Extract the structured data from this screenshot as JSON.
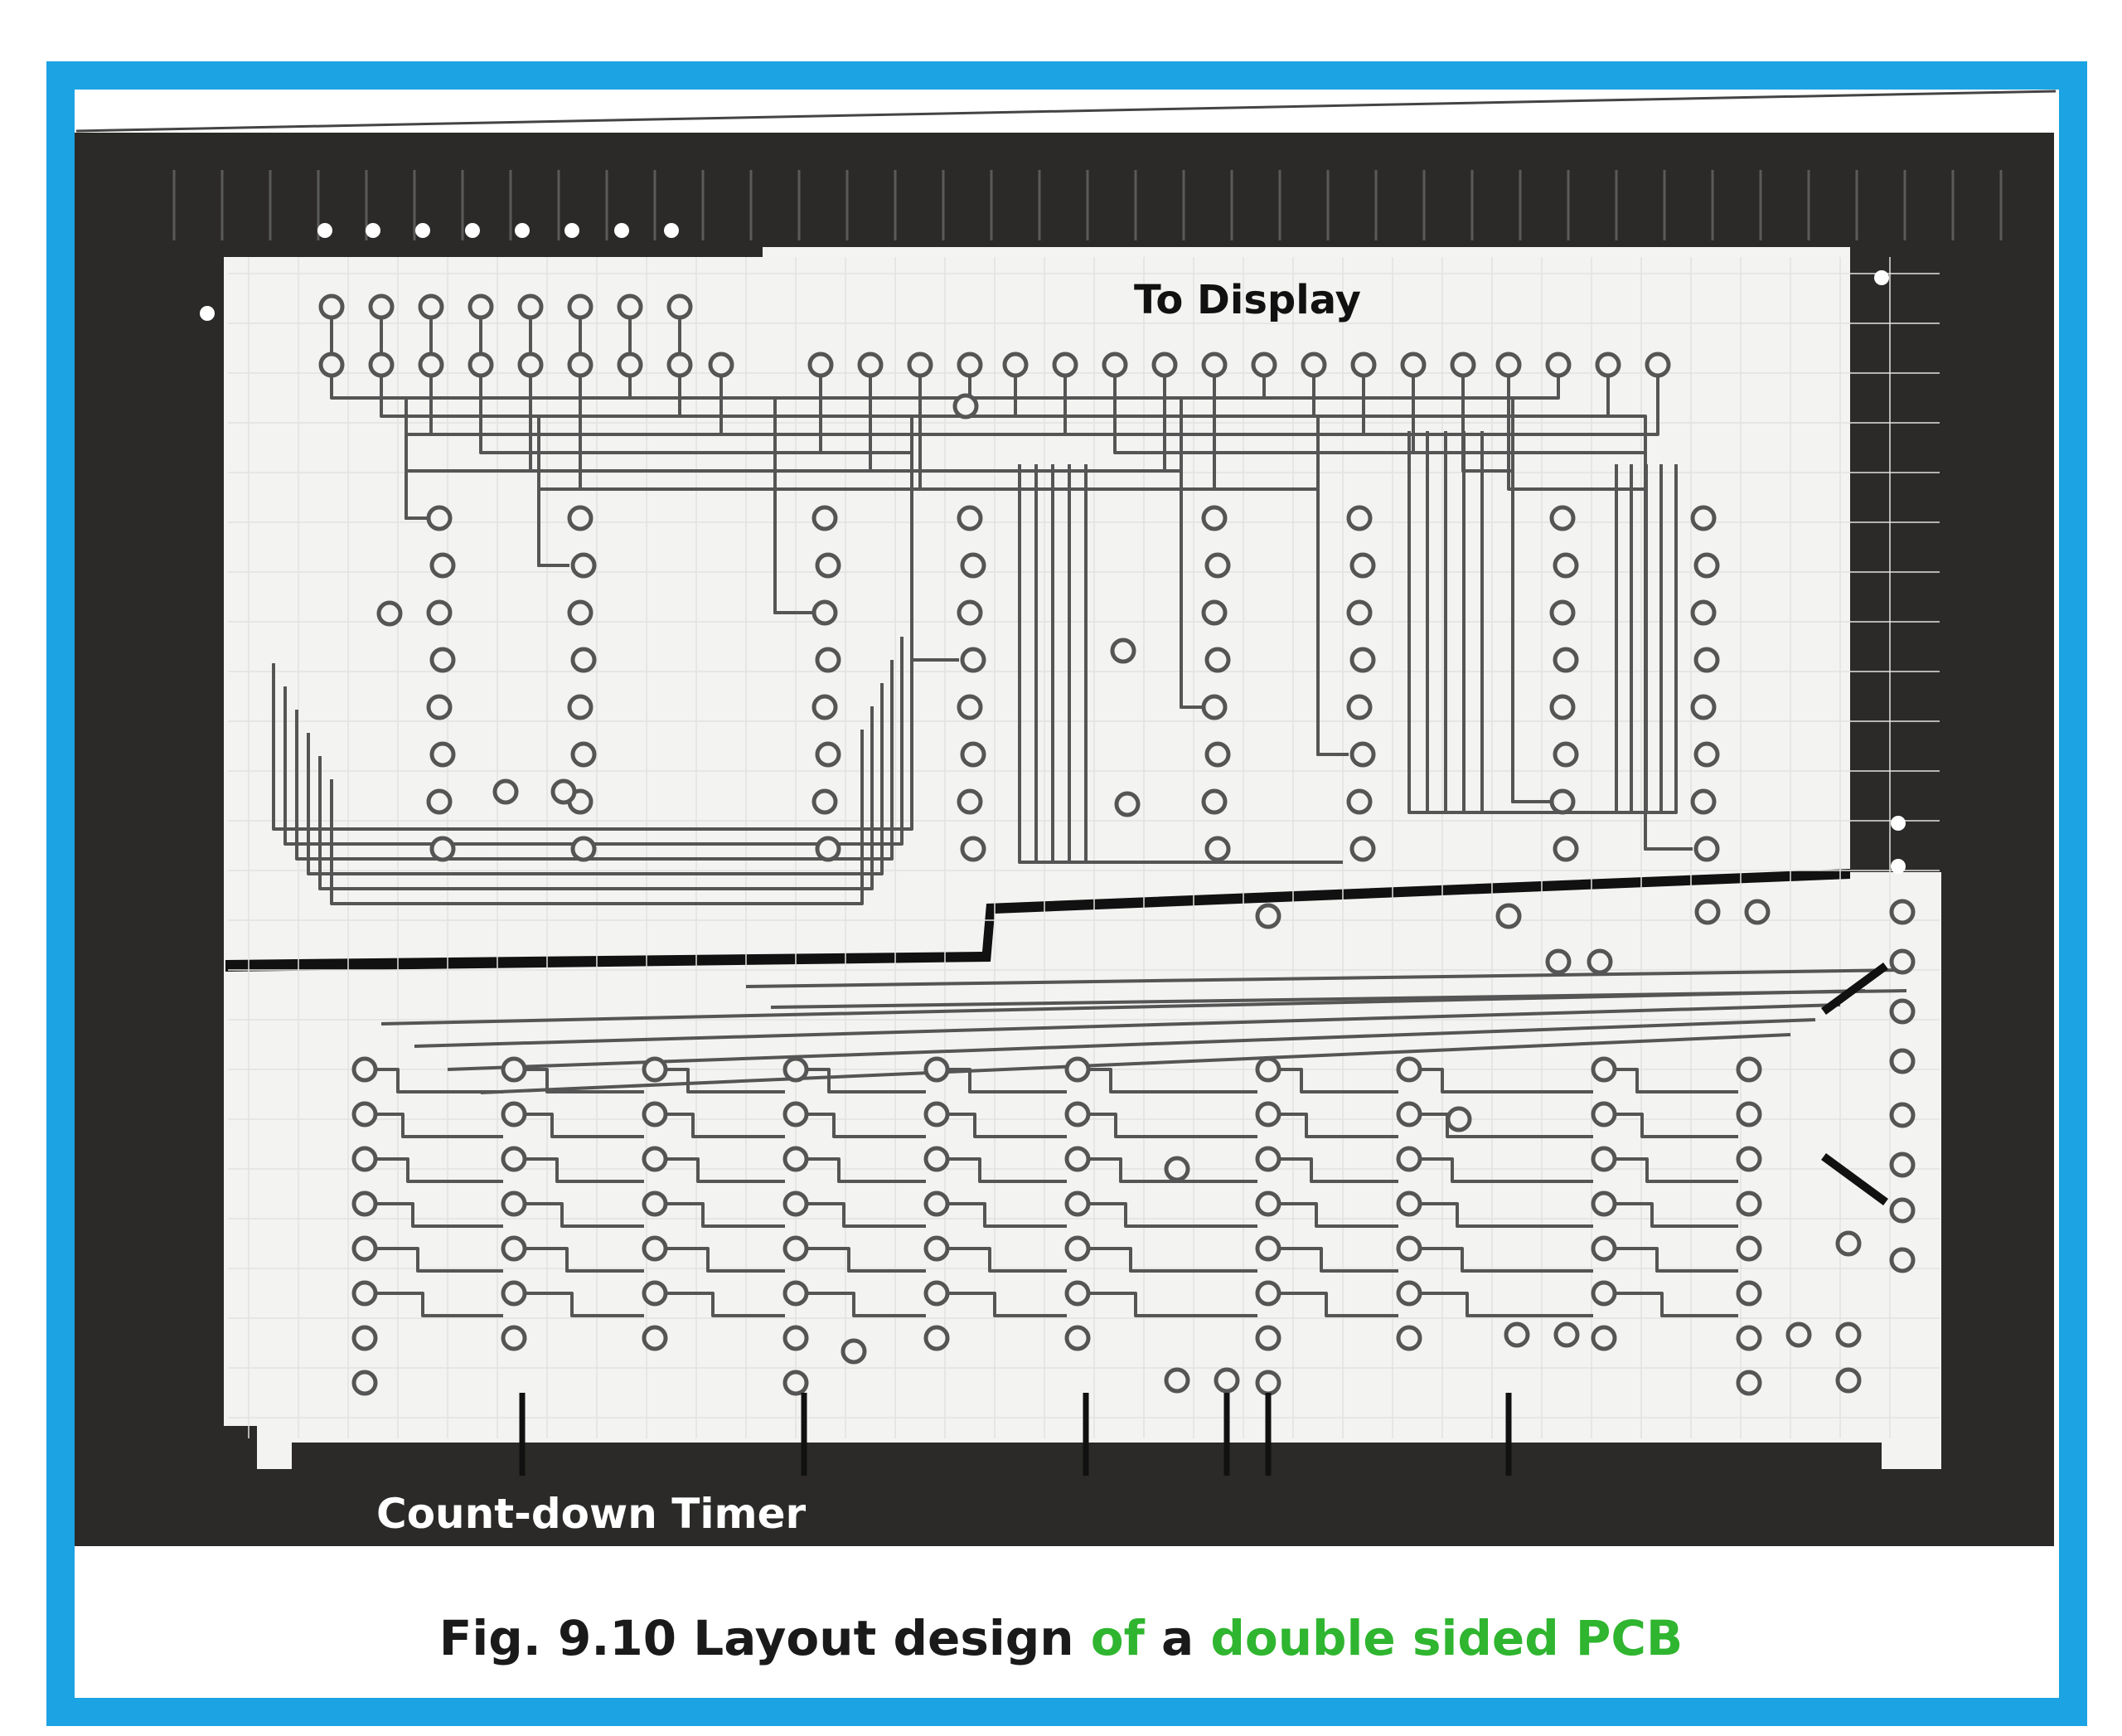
{
  "labels": {
    "top": "To Display",
    "bottom": "Count-down Timer"
  },
  "caption": {
    "part1": "Fig. 9.10 Layout design ",
    "part2": "of",
    "part3": " a ",
    "part4": "double sided PCB"
  },
  "colors": {
    "frame": "#1ba3e4",
    "board_surround": "#2b2a28",
    "board": "#f3f3f1",
    "trace": "#555555",
    "caption_text": "#1a1a1a",
    "caption_accent": "#2fb52f"
  }
}
